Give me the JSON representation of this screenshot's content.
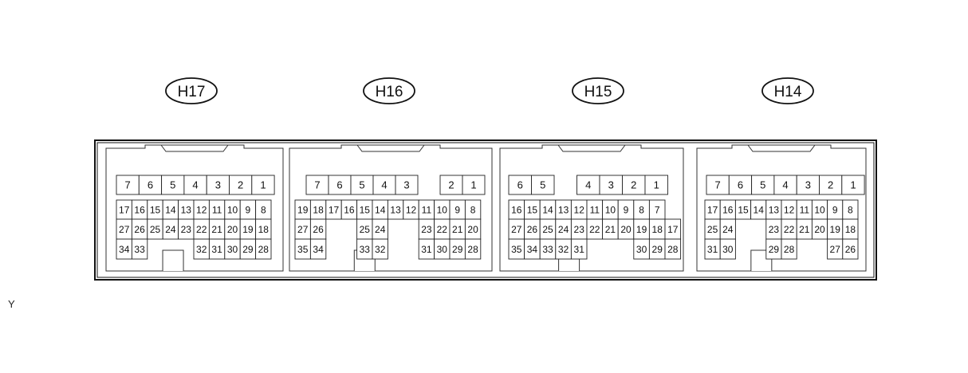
{
  "connectors": [
    {
      "label": "H17",
      "rows": [
        [
          "7",
          "6",
          "5",
          "4",
          "3",
          "2",
          "1"
        ],
        [
          "17",
          "16",
          "15",
          "14",
          "13",
          "12",
          "11",
          "10",
          "9",
          "8"
        ],
        [
          "27",
          "26",
          "25",
          "24",
          "23",
          "22",
          "21",
          "20",
          "19",
          "18"
        ],
        [
          "34",
          "33",
          "",
          "",
          "",
          "32",
          "31",
          "30",
          "29",
          "28"
        ]
      ]
    },
    {
      "label": "H16",
      "rows": [
        [
          "7",
          "6",
          "5",
          "4",
          "3",
          "",
          "2",
          "1"
        ],
        [
          "19",
          "18",
          "17",
          "16",
          "15",
          "14",
          "13",
          "12",
          "11",
          "10",
          "9",
          "8"
        ],
        [
          "27",
          "26",
          "",
          "",
          "25",
          "24",
          "",
          "",
          "23",
          "22",
          "21",
          "20"
        ],
        [
          "35",
          "34",
          "",
          "",
          "33",
          "32",
          "",
          "",
          "31",
          "30",
          "29",
          "28"
        ]
      ]
    },
    {
      "label": "H15",
      "rows": [
        [
          "6",
          "5",
          "",
          "4",
          "3",
          "2",
          "1"
        ],
        [
          "16",
          "15",
          "14",
          "13",
          "12",
          "11",
          "10",
          "9",
          "8",
          "7",
          ""
        ],
        [
          "27",
          "26",
          "25",
          "24",
          "23",
          "22",
          "21",
          "20",
          "19",
          "18",
          "17"
        ],
        [
          "35",
          "34",
          "33",
          "32",
          "31",
          "",
          "",
          "",
          "30",
          "29",
          "28"
        ]
      ]
    },
    {
      "label": "H14",
      "rows": [
        [
          "7",
          "6",
          "5",
          "4",
          "3",
          "2",
          "1"
        ],
        [
          "17",
          "16",
          "15",
          "14",
          "13",
          "12",
          "11",
          "10",
          "9",
          "8"
        ],
        [
          "25",
          "24",
          "",
          "",
          "23",
          "22",
          "21",
          "20",
          "19",
          "18"
        ],
        [
          "31",
          "30",
          "",
          "",
          "29",
          "28",
          "",
          "",
          "27",
          "26"
        ]
      ]
    }
  ],
  "note": "Y"
}
